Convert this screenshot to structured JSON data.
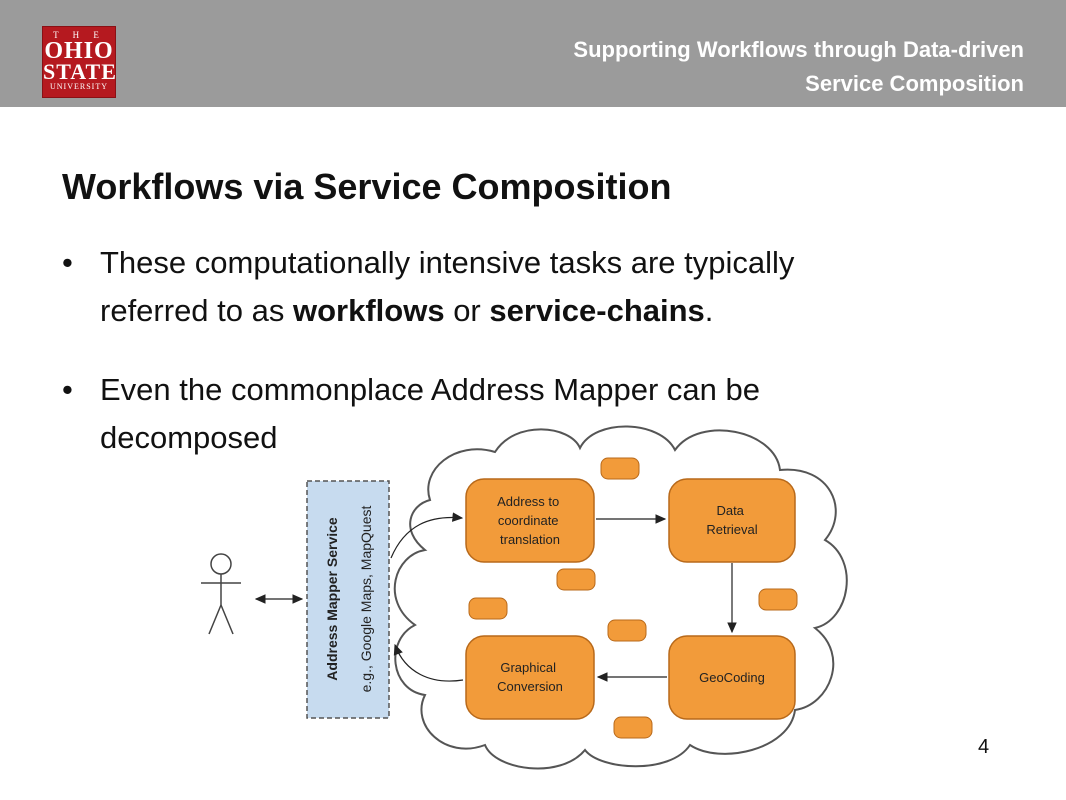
{
  "header": {
    "logo": {
      "line1": "T H E",
      "line2": "OHIO",
      "line3": "STATE",
      "line4": "UNIVERSITY"
    },
    "title_line1": "Supporting Workflows through Data-driven",
    "title_line2": "Service Composition"
  },
  "slide": {
    "title": "Workflows via Service Composition",
    "bullet_char": "•",
    "bullet1": {
      "line1": "These computationally intensive tasks are typically",
      "line2_a": "referred to as ",
      "line2_b": "workflows",
      "line2_c": " or ",
      "line2_d": "service-chains",
      "line2_e": "."
    },
    "bullet2": {
      "line1": "Even the commonplace Address Mapper can be",
      "line2": "decomposed"
    }
  },
  "diagram": {
    "service_title": "Address Mapper Service",
    "service_subtitle": "e.g., Google Maps, MapQuest",
    "nodes": {
      "address": [
        "Address to",
        "coordinate",
        "translation"
      ],
      "data": [
        "Data",
        "Retrieval"
      ],
      "graphical": [
        "Graphical",
        "Conversion"
      ],
      "geocoding": [
        "GeoCoding"
      ]
    },
    "colors": {
      "node_fill": "#f29b3a",
      "node_stroke": "#b8691a",
      "service_fill": "#c7dbef",
      "cloud_stroke": "#555555"
    }
  },
  "page_number": "4"
}
